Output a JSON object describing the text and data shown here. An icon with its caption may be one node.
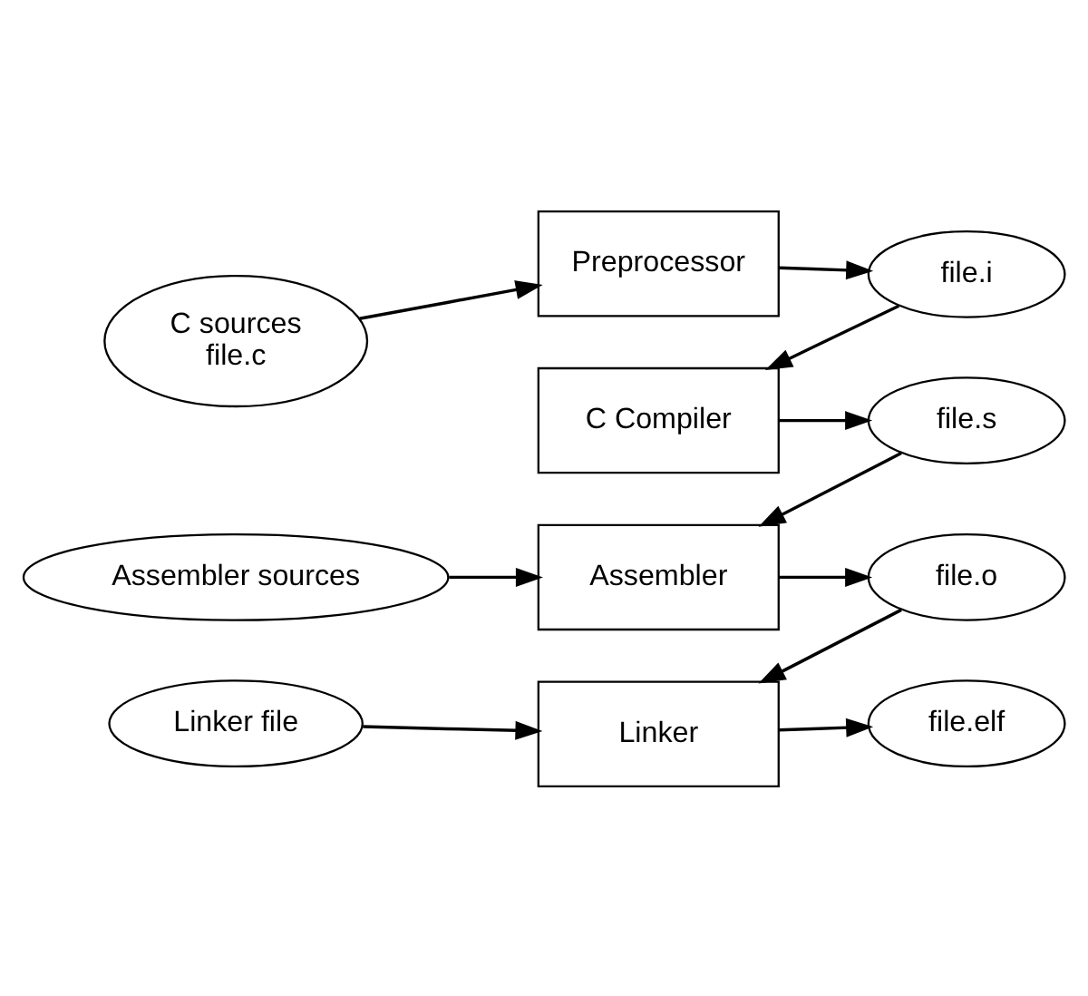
{
  "diagram": {
    "nodes": [
      {
        "text": [
          "C sources",
          "file.c"
        ]
      },
      {
        "text": [
          "Preprocessor"
        ]
      },
      {
        "text": [
          "file.i"
        ]
      },
      {
        "text": [
          "C Compiler"
        ]
      },
      {
        "text": [
          "file.s"
        ]
      },
      {
        "text": [
          "Assembler sources"
        ]
      },
      {
        "text": [
          "Assembler"
        ]
      },
      {
        "text": [
          "file.o"
        ]
      },
      {
        "text": [
          "Linker file"
        ]
      },
      {
        "text": [
          "Linker"
        ]
      },
      {
        "text": [
          "file.elf"
        ]
      }
    ],
    "edges": [
      {
        "from": 0,
        "to": 1,
        "arrow": "to"
      },
      {
        "from": 1,
        "to": 2,
        "arrow": "to"
      },
      {
        "from": 2,
        "to": 3,
        "arrow": "to"
      },
      {
        "from": 3,
        "to": 4,
        "arrow": "to"
      },
      {
        "from": 4,
        "to": 6,
        "arrow": "to"
      },
      {
        "from": 5,
        "to": 6,
        "arrow": "to"
      },
      {
        "from": 6,
        "to": 7,
        "arrow": "to"
      },
      {
        "from": 7,
        "to": 9,
        "arrow": "to"
      },
      {
        "from": 8,
        "to": 9,
        "arrow": "to"
      },
      {
        "from": 9,
        "to": 10,
        "arrow": "to"
      }
    ]
  }
}
